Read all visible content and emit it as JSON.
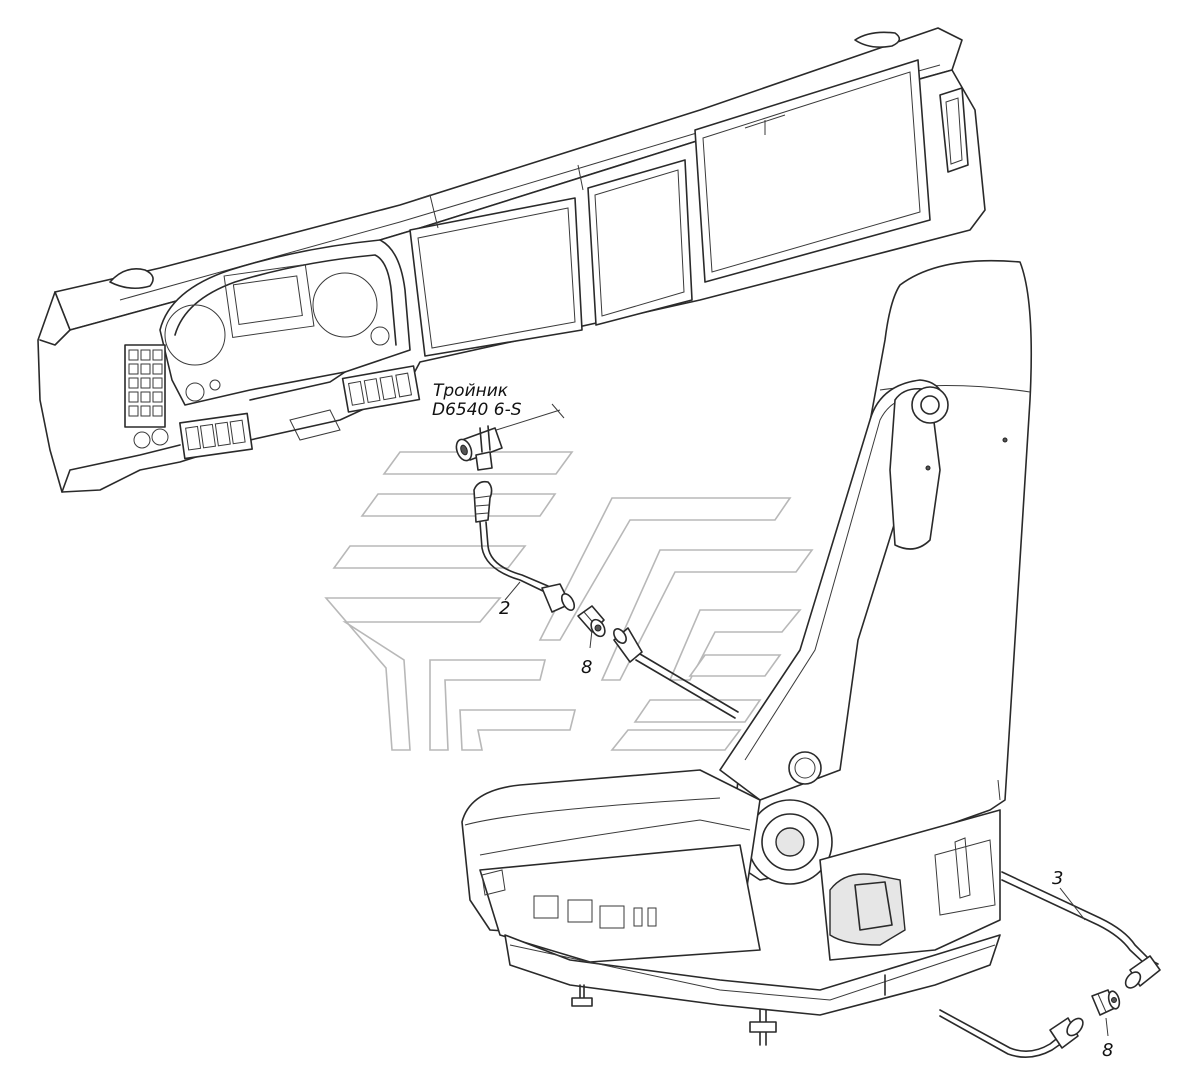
{
  "annotation": {
    "tee_label_line1": "Тройник",
    "tee_label_line2": "D6540 6-S"
  },
  "callouts": [
    {
      "id": "pipe",
      "number": "2"
    },
    {
      "id": "adapter-upper",
      "number": "8"
    },
    {
      "id": "pipe-rear",
      "number": "3"
    },
    {
      "id": "adapter-lower",
      "number": "8"
    }
  ]
}
